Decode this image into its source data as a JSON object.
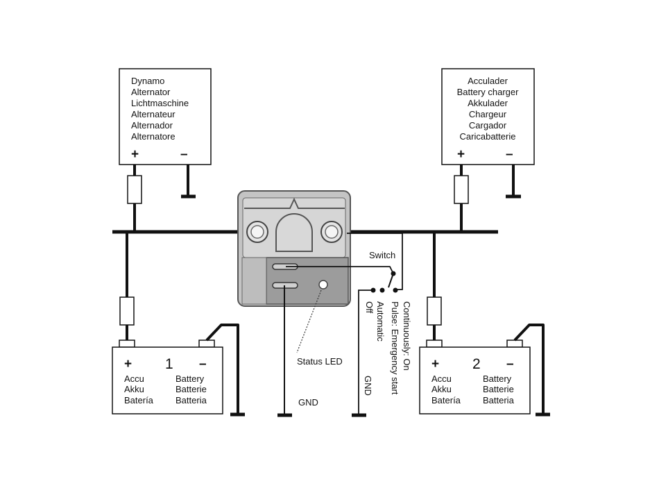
{
  "alternator": {
    "lines": [
      "Dynamo",
      "Alternator",
      "Lichtmaschine",
      "Alternateur",
      "Alternador",
      "Alternatore"
    ],
    "plus": "+",
    "minus": "–"
  },
  "charger": {
    "lines": [
      "Acculader",
      "Battery charger",
      "Akkulader",
      "Chargeur",
      "Cargador",
      "Caricabatterie"
    ],
    "plus": "+",
    "minus": "–"
  },
  "battery1": {
    "plus": "+",
    "number": "1",
    "minus": "–",
    "left_lines": [
      "Accu",
      "Akku",
      "Batería"
    ],
    "right_lines": [
      "Battery",
      "Batterie",
      "Batteria"
    ]
  },
  "battery2": {
    "plus": "+",
    "number": "2",
    "minus": "–",
    "left_lines": [
      "Accu",
      "Akku",
      "Batería"
    ],
    "right_lines": [
      "Battery",
      "Batterie",
      "Batteria"
    ]
  },
  "labels": {
    "switch": "Switch",
    "status_led": "Status LED",
    "gnd": "GND",
    "gnd_vertical": "GND",
    "off": "Off",
    "automatic": "Automatic",
    "pulse": "Pulse: Emergency start",
    "continuously": "Continuously: On"
  },
  "colors": {
    "line": "#111111",
    "relay_body": "#c4c4c4",
    "relay_panel": "#9c9c9c",
    "relay_outline": "#555555"
  }
}
